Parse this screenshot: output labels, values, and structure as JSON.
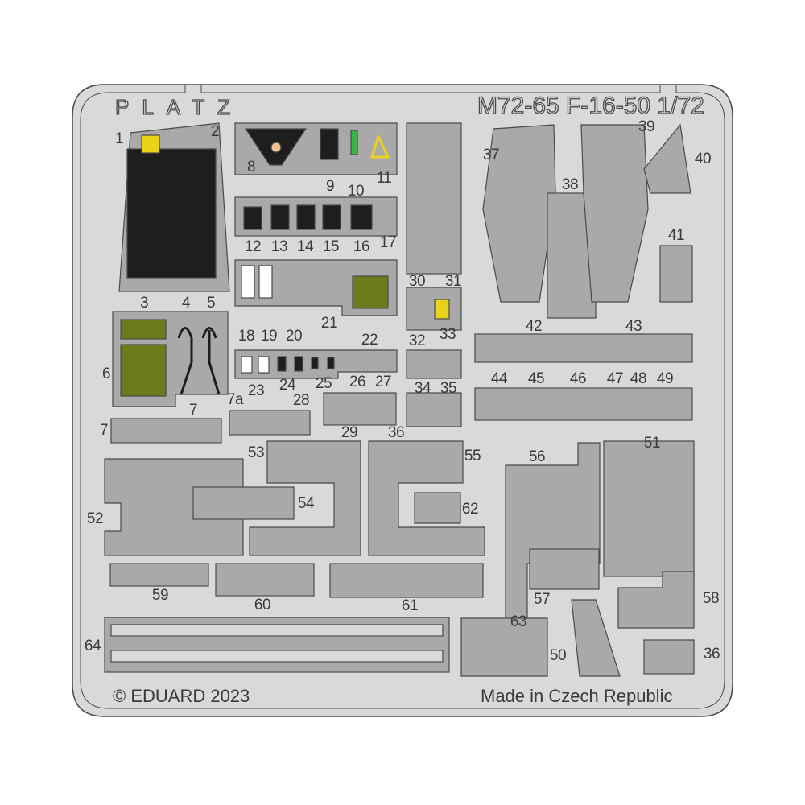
{
  "header": {
    "brand": "PLATZ",
    "product": "M72-65 F-16-50 1/72"
  },
  "footer": {
    "copyright": "© EDUARD 2023",
    "origin": "Made in Czech Republic"
  },
  "colors": {
    "fret": "#d9d9d9",
    "part": "#a9a9a9",
    "outline": "#4a4a4a",
    "olive": "#6e7a1e",
    "yellow": "#e8d21a",
    "green": "#3bb54a"
  },
  "labels": [
    "1",
    "2",
    "3",
    "4",
    "5",
    "6",
    "7",
    "7",
    "7a",
    "8",
    "9",
    "10",
    "11",
    "12",
    "13",
    "14",
    "15",
    "16",
    "17",
    "18",
    "19",
    "20",
    "21",
    "22",
    "23",
    "24",
    "25",
    "26",
    "27",
    "28",
    "29",
    "30",
    "31",
    "32",
    "33",
    "34",
    "35",
    "36",
    "36",
    "37",
    "38",
    "39",
    "40",
    "41",
    "42",
    "43",
    "44",
    "45",
    "46",
    "47",
    "48",
    "49",
    "50",
    "51",
    "52",
    "53",
    "54",
    "55",
    "56",
    "57",
    "58",
    "59",
    "60",
    "61",
    "62",
    "63",
    "64"
  ]
}
